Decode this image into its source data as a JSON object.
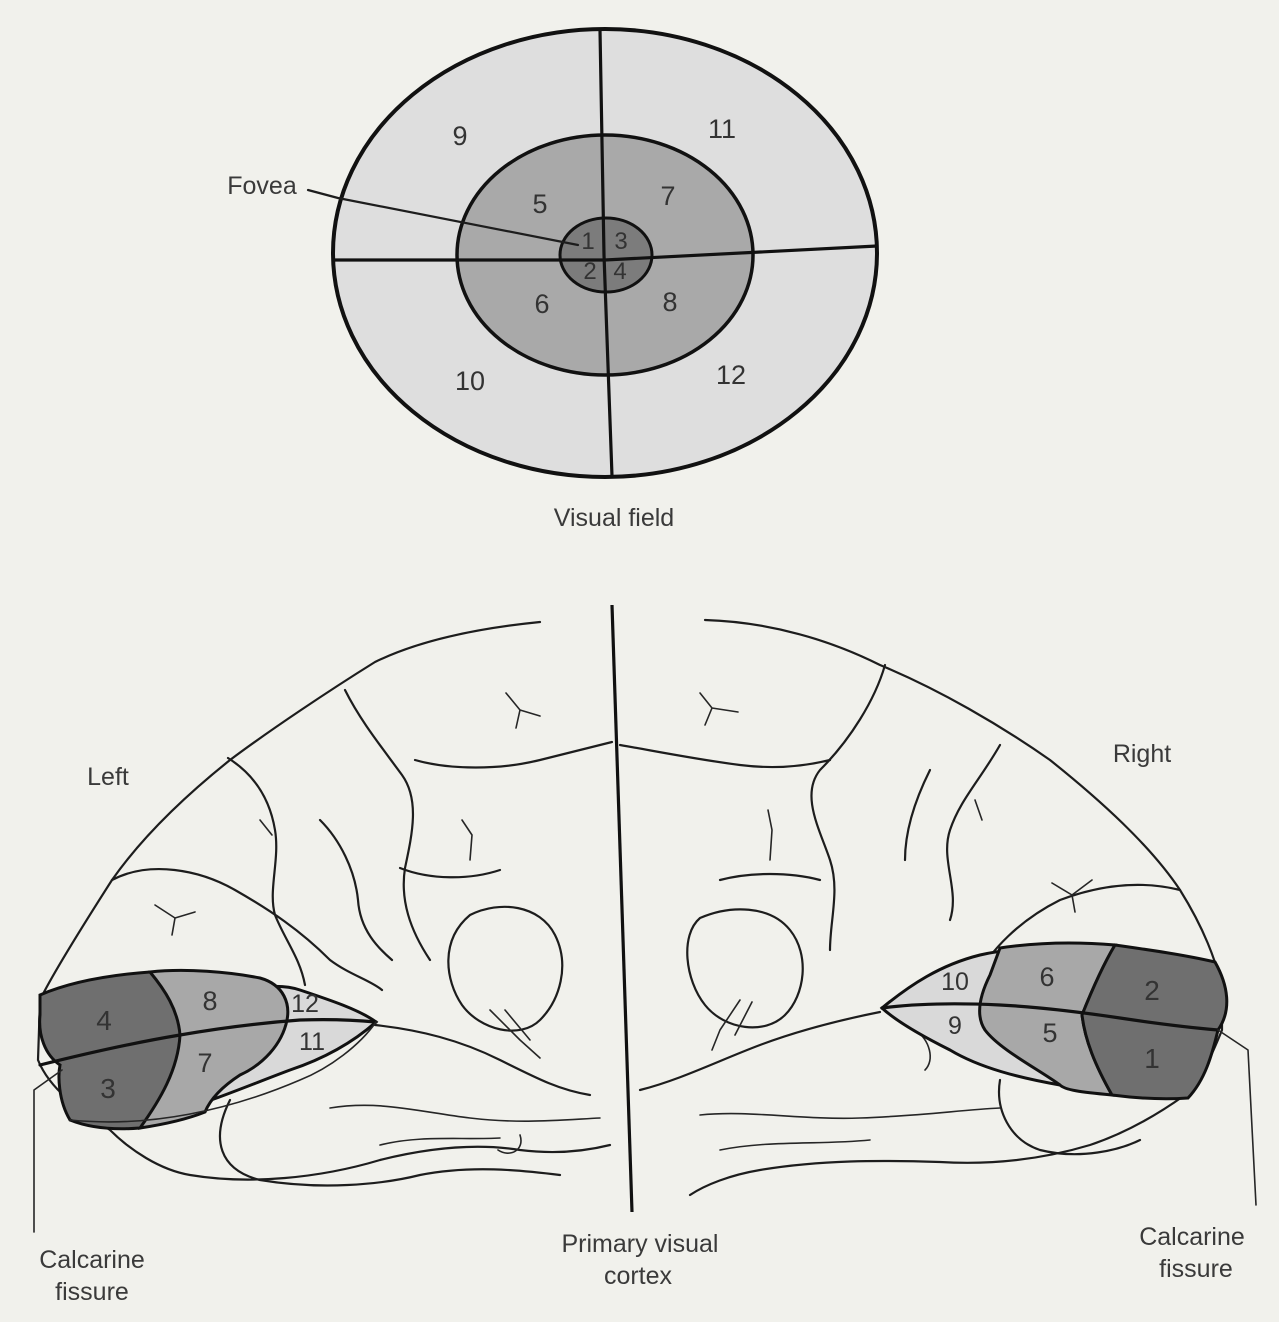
{
  "visual_field": {
    "caption": "Visual field",
    "fovea_label": "Fovea",
    "regions": [
      "1",
      "2",
      "3",
      "4",
      "5",
      "6",
      "7",
      "8",
      "9",
      "10",
      "11",
      "12"
    ]
  },
  "cortex": {
    "left_label": "Left",
    "right_label": "Right",
    "center_label_line1": "Primary visual",
    "center_label_line2": "cortex",
    "left_fissure_line1": "Calcarine",
    "left_fissure_line2": "fissure",
    "right_fissure_line1": "Calcarine",
    "right_fissure_line2": "fissure",
    "left_regions": [
      "4",
      "3",
      "8",
      "7",
      "12",
      "11"
    ],
    "right_regions": [
      "2",
      "1",
      "6",
      "5",
      "10",
      "9"
    ]
  },
  "colors": {
    "background": "#f1f1ec",
    "outer_ring": "#dedede",
    "middle_ring": "#a9a9a9",
    "fovea": "#7c7c7c",
    "cortex_dark": "#6f6f6f",
    "cortex_mid": "#a8a8a8",
    "cortex_light": "#d9d9d9"
  }
}
